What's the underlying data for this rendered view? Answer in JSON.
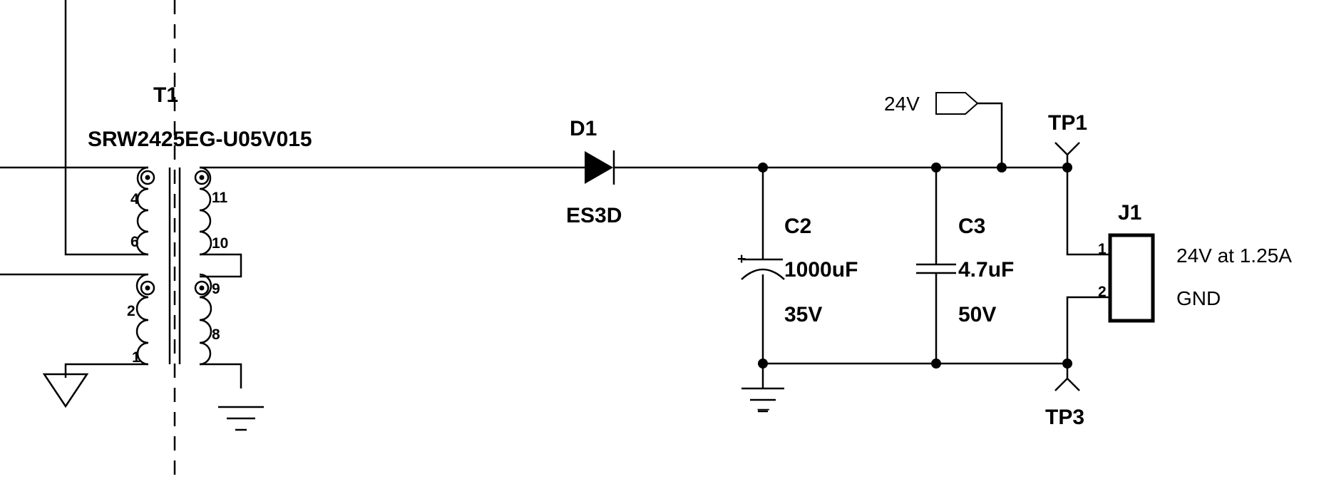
{
  "transformer": {
    "ref": "T1",
    "part": "SRW2425EG-U05V015",
    "pins": [
      "4",
      "6",
      "2",
      "1",
      "11",
      "10",
      "9",
      "8"
    ]
  },
  "diode": {
    "ref": "D1",
    "part": "ES3D"
  },
  "cap_c2": {
    "ref": "C2",
    "value": "1000uF",
    "voltage": "35V",
    "polarity": "+"
  },
  "cap_c3": {
    "ref": "C3",
    "value": "4.7uF",
    "voltage": "50V"
  },
  "net_label": {
    "text": "24V"
  },
  "testpoints": {
    "tp1": "TP1",
    "tp3": "TP3"
  },
  "connector": {
    "ref": "J1",
    "pins": [
      "1",
      "2"
    ],
    "pin_labels": [
      "24V at 1.25A",
      "GND"
    ]
  },
  "ground_symbol": {
    "text": "_"
  }
}
